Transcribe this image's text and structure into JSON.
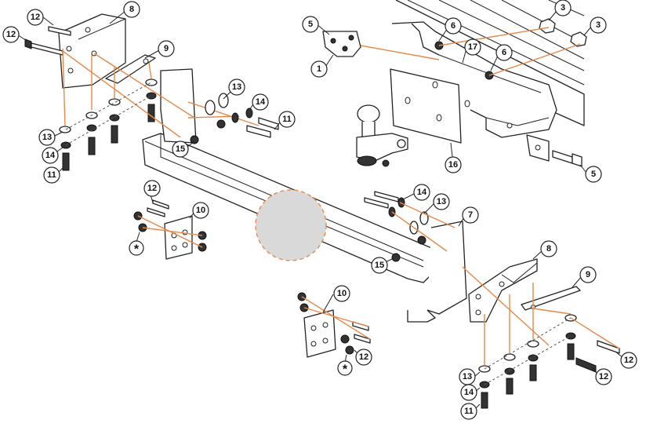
{
  "callouts": [
    {
      "id": "c1",
      "label": "12"
    },
    {
      "id": "c2",
      "label": "12"
    },
    {
      "id": "c3",
      "label": "8"
    },
    {
      "id": "c4",
      "label": "9"
    },
    {
      "id": "c5",
      "label": "13"
    },
    {
      "id": "c6",
      "label": "14"
    },
    {
      "id": "c7",
      "label": "11"
    },
    {
      "id": "c8",
      "label": "15"
    },
    {
      "id": "c9",
      "label": "13"
    },
    {
      "id": "c10",
      "label": "14"
    },
    {
      "id": "c11",
      "label": "11"
    },
    {
      "id": "c12",
      "label": "5"
    },
    {
      "id": "c13",
      "label": "1"
    },
    {
      "id": "c14",
      "label": "6"
    },
    {
      "id": "c15",
      "label": "17"
    },
    {
      "id": "c16",
      "label": "6"
    },
    {
      "id": "c17",
      "label": "3"
    },
    {
      "id": "c18",
      "label": "3"
    },
    {
      "id": "c19",
      "label": "16"
    },
    {
      "id": "c20",
      "label": "5"
    },
    {
      "id": "c21",
      "label": "12"
    },
    {
      "id": "c22",
      "label": "10"
    },
    {
      "id": "c23",
      "label": "14"
    },
    {
      "id": "c24",
      "label": "13"
    },
    {
      "id": "c25",
      "label": "7"
    },
    {
      "id": "c26",
      "label": "15"
    },
    {
      "id": "c27",
      "label": "8"
    },
    {
      "id": "c28",
      "label": "9"
    },
    {
      "id": "c29",
      "label": "10"
    },
    {
      "id": "c30",
      "label": "12"
    },
    {
      "id": "c31",
      "label": "12"
    },
    {
      "id": "c32",
      "label": "12"
    },
    {
      "id": "c33",
      "label": "13"
    },
    {
      "id": "c34",
      "label": "14"
    },
    {
      "id": "c35",
      "label": "11"
    }
  ],
  "asterisks": [
    {
      "id": "a1",
      "label": "*"
    },
    {
      "id": "a2",
      "label": "*"
    }
  ],
  "colors": {
    "accent": "#e58a4a",
    "placeholder": "#d9d9d9"
  }
}
